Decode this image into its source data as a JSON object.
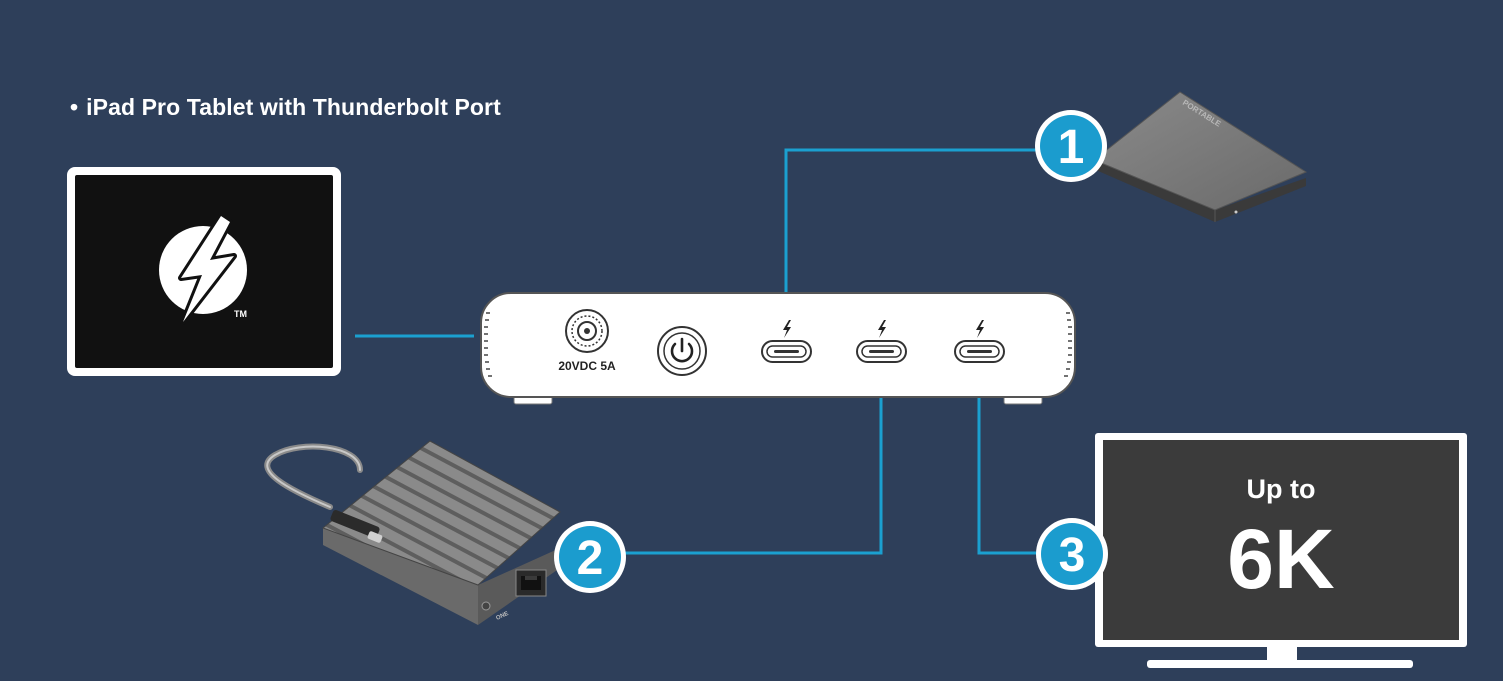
{
  "heading": {
    "bullet": "•",
    "text": "iPad Pro Tablet with Thunderbolt Port"
  },
  "tablet": {
    "icon": "thunderbolt-icon",
    "trademark": "TM"
  },
  "dock": {
    "power_label": "20VDC 5A",
    "power_button_icon": "power-icon",
    "port_icon": "thunderbolt-small-icon"
  },
  "ssd": {
    "brand": "PORTABLE"
  },
  "network_adapter": {
    "brand": "ONE"
  },
  "monitor": {
    "line1": "Up to",
    "line2": "6K"
  },
  "callouts": [
    "1",
    "2",
    "3"
  ],
  "colors": {
    "background": "#2e3f5a",
    "connector_line": "#1ba0d0",
    "badge_fill": "#1b9cce",
    "device_dark": "#111111",
    "monitor_screen": "#3b3b3b"
  }
}
